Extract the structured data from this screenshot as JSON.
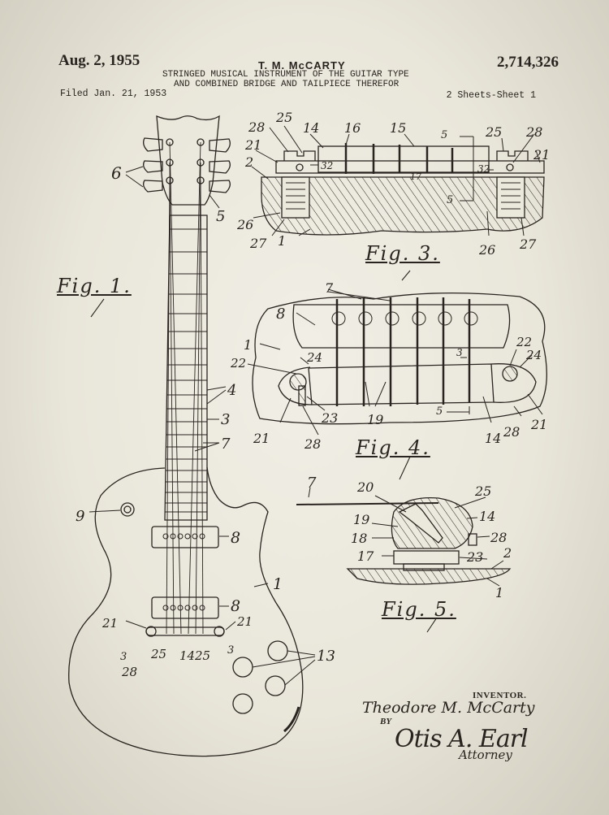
{
  "header": {
    "date": "Aug. 2, 1955",
    "inventor_name": "T. M. McCARTY",
    "patent_number": "2,714,326",
    "title_line1": "STRINGED MUSICAL INSTRUMENT OF THE GUITAR TYPE",
    "title_line2": "AND COMBINED BRIDGE AND TAILPIECE THEREFOR",
    "filed": "Filed Jan. 21, 1953",
    "sheets": "2 Sheets-Sheet 1"
  },
  "figures": {
    "fig1": {
      "label": "Fig. 1.",
      "reference_numerals": [
        "6",
        "5",
        "4",
        "3",
        "7",
        "9",
        "8",
        "8",
        "1",
        "21",
        "21",
        "3",
        "3",
        "25",
        "14",
        "25",
        "28",
        "13"
      ]
    },
    "fig3": {
      "label": "Fig. 3.",
      "reference_numerals": [
        "28",
        "25",
        "14",
        "16",
        "15",
        "5",
        "25",
        "28",
        "21",
        "32",
        "32",
        "17",
        "21",
        "2",
        "5",
        "26",
        "27",
        "1",
        "26",
        "27"
      ]
    },
    "fig4": {
      "label": "Fig. 4.",
      "reference_numerals": [
        "7",
        "8",
        "1",
        "22",
        "24",
        "3",
        "22",
        "24",
        "21",
        "23",
        "19",
        "5",
        "14",
        "28",
        "21",
        "28"
      ]
    },
    "fig5": {
      "label": "Fig. 5.",
      "reference_numerals": [
        "7",
        "20",
        "25",
        "19",
        "14",
        "18",
        "28",
        "17",
        "23",
        "2",
        "1"
      ]
    }
  },
  "signature": {
    "inventor_label": "INVENTOR.",
    "inventor_signature": "Theodore M. McCarty",
    "by_label": "BY",
    "attorney_signature": "Otis A. Earl",
    "attorney_label": "Attorney"
  },
  "colors": {
    "paper": "#ebe8dc",
    "ink": "#2a2420"
  }
}
